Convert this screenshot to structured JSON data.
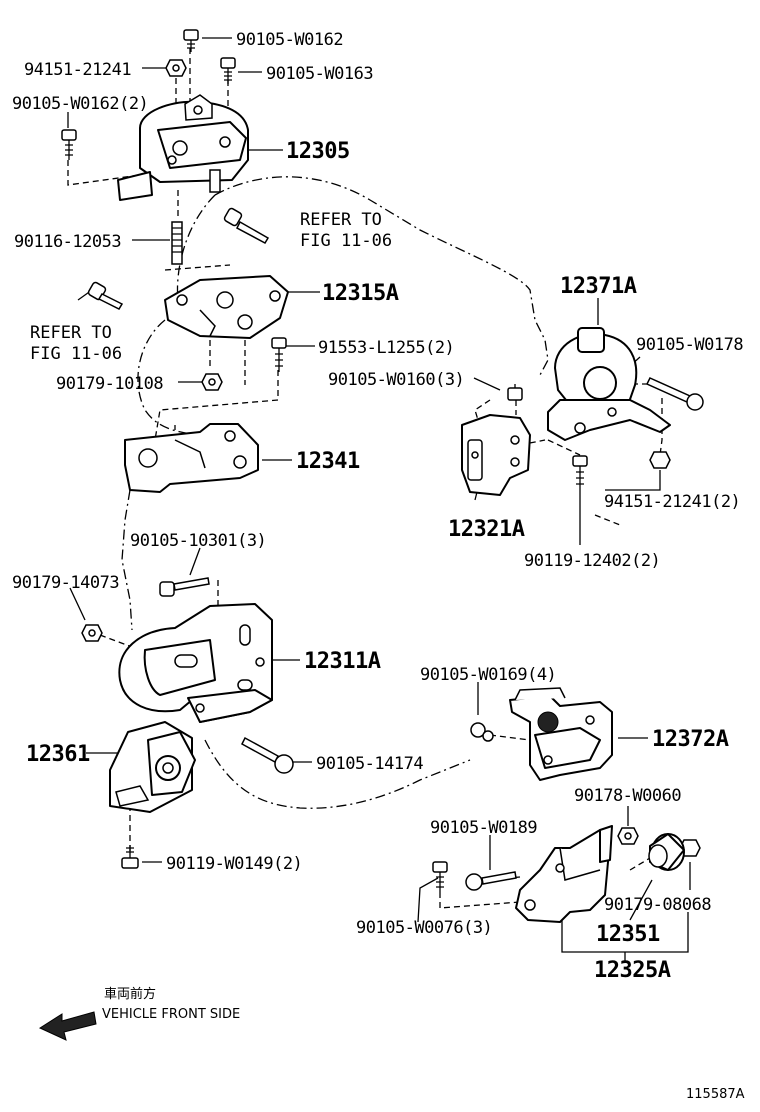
{
  "labels": {
    "p90105_W0162": "90105-W0162",
    "p94151_21241": "94151-21241",
    "p90105_W0163": "90105-W0163",
    "p90105_W0162_2": "90105-W0162(2)",
    "p12305": "12305",
    "p90116_12053": "90116-12053",
    "refer1_line1": "REFER TO",
    "refer1_line2": "FIG 11-06",
    "p12315A": "12315A",
    "refer2_line1": "REFER TO",
    "refer2_line2": "FIG 11-06",
    "p91553_L1255_2": "91553-L1255(2)",
    "p90179_10108": "90179-10108",
    "p12341": "12341",
    "p12371A": "12371A",
    "p90105_W0178": "90105-W0178",
    "p90105_W0160_3": "90105-W0160(3)",
    "p12321A": "12321A",
    "p94151_21241_2": "94151-21241(2)",
    "p90119_12402_2": "90119-12402(2)",
    "p90105_10301_3": "90105-10301(3)",
    "p90179_14073": "90179-14073",
    "p12311A": "12311A",
    "p90105_W0169_4": "90105-W0169(4)",
    "p12372A": "12372A",
    "p12361": "12361",
    "p90105_14174": "90105-14174",
    "p90178_W0060": "90178-W0060",
    "p90105_W0189": "90105-W0189",
    "p90119_W0149_2": "90119-W0149(2)",
    "p90179_08068": "90179-08068",
    "p90105_W0076_3": "90105-W0076(3)",
    "p12351": "12351",
    "p12325A": "12325A"
  },
  "footer": {
    "front_jp": "車両前方",
    "front_en": "VEHICLE FRONT SIDE",
    "figure_code": "115587A"
  },
  "icons": {
    "front_arrow": "arrow-left-icon"
  }
}
